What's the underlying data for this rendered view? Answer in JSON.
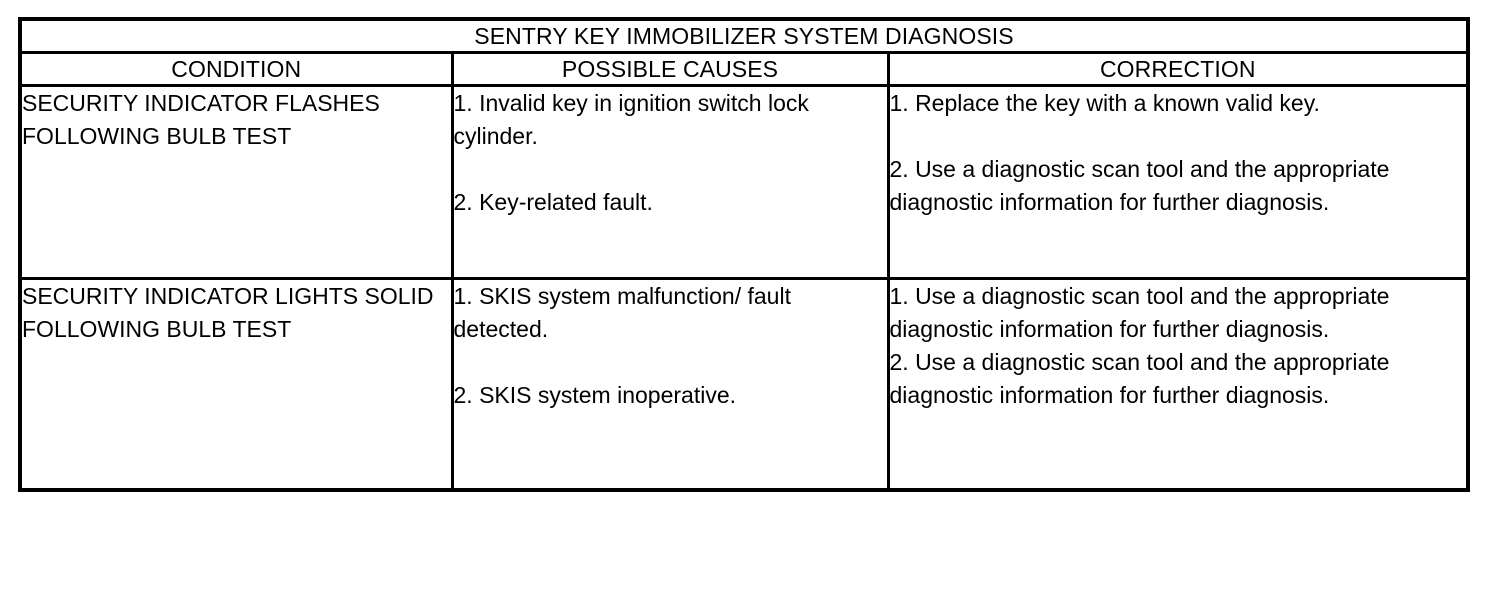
{
  "table": {
    "title": "SENTRY KEY IMMOBILIZER SYSTEM DIAGNOSIS",
    "columns": [
      {
        "label": "CONDITION"
      },
      {
        "label": "POSSIBLE CAUSES"
      },
      {
        "label": "CORRECTION"
      }
    ],
    "rows": [
      {
        "condition": "SECURITY INDICATOR FLASHES FOLLOWING BULB TEST",
        "causes": [
          "1. Invalid key in ignition switch lock cylinder.",
          "2. Key-related fault."
        ],
        "corrections": [
          "1. Replace the key with a known valid key.",
          "2. Use a diagnostic scan tool and the appropriate diagnostic information for further diagnosis."
        ],
        "causes_spacing": "gap-big",
        "corrections_spacing": "gap-big"
      },
      {
        "condition": "SECURITY INDICATOR LIGHTS SOLID FOLLOWING BULB TEST",
        "causes": [
          "1. SKIS system malfunction/ fault detected.",
          "2. SKIS system inoperative."
        ],
        "corrections": [
          "1. Use a diagnostic scan tool and the appropriate diagnostic information for further diagnosis.",
          "2. Use a diagnostic scan tool and the appropriate diagnostic information for further diagnosis."
        ],
        "causes_spacing": "gap-big",
        "corrections_spacing": "gap-none"
      }
    ],
    "colors": {
      "border": "#000000",
      "background": "#ffffff",
      "text": "#000000"
    }
  }
}
